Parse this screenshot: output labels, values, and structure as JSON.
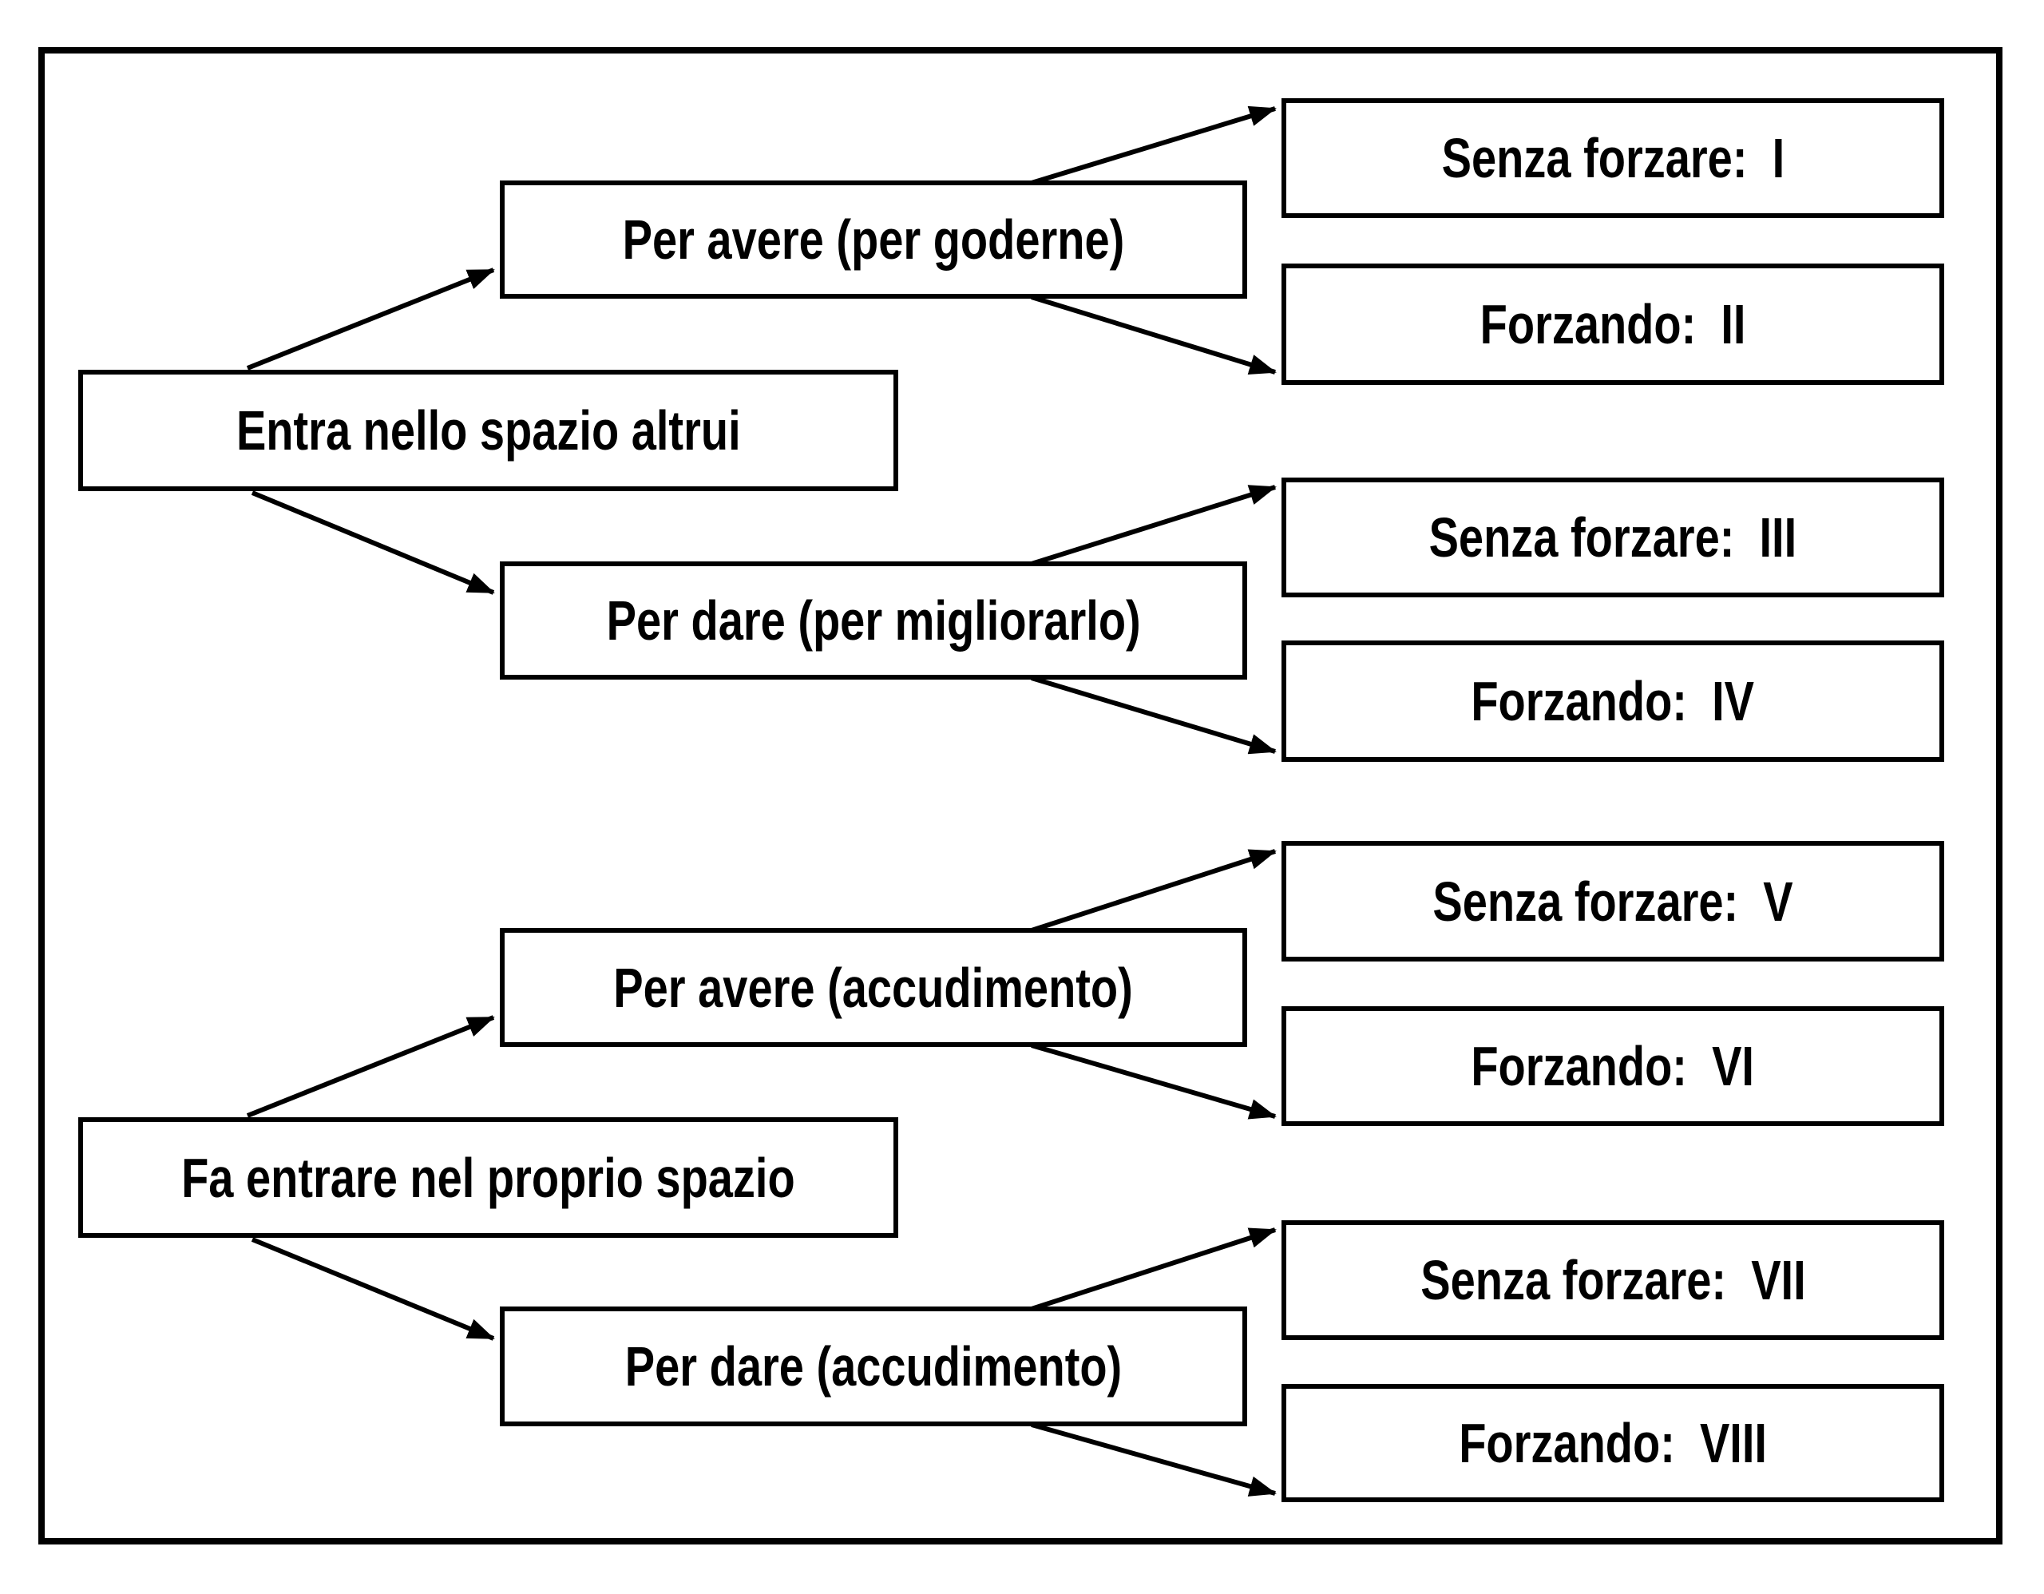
{
  "diagram": {
    "type": "flowchart-tree",
    "colors": {
      "ink": "#000000",
      "background": "#ffffff"
    },
    "trees": [
      {
        "root": {
          "label": "Entra nello spazio altrui"
        },
        "branches": [
          {
            "label": "Per avere (per goderne)",
            "leaves": [
              {
                "label": "Senza forzare:  I"
              },
              {
                "label": "Forzando:  II"
              }
            ]
          },
          {
            "label": "Per dare (per migliorarlo)",
            "leaves": [
              {
                "label": "Senza forzare:  III"
              },
              {
                "label": "Forzando:  IV"
              }
            ]
          }
        ]
      },
      {
        "root": {
          "label": "Fa entrare nel proprio spazio"
        },
        "branches": [
          {
            "label": "Per avere (accudimento)",
            "leaves": [
              {
                "label": "Senza forzare:  V"
              },
              {
                "label": "Forzando:  VI"
              }
            ]
          },
          {
            "label": "Per dare (accudimento)",
            "leaves": [
              {
                "label": "Senza forzare:  VII"
              },
              {
                "label": "Forzando:  VIII"
              }
            ]
          }
        ]
      }
    ]
  }
}
